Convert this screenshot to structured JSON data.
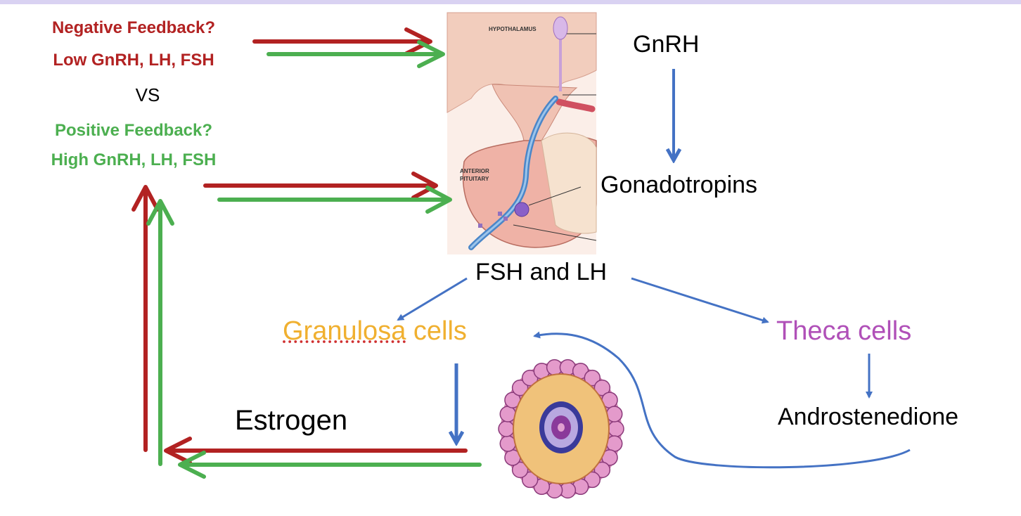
{
  "feedback": {
    "negative_line1": "Negative Feedback?",
    "negative_line2": "Low GnRH, LH, FSH",
    "vs": "VS",
    "positive_line1": "Positive Feedback?",
    "positive_line2": "High GnRH, LH, FSH"
  },
  "figure": {
    "hypothalamus_label": "HYPOTHALAMUS",
    "pituitary_label_line1": "ANTERIOR",
    "pituitary_label_line2": "PITUITARY"
  },
  "pathway": {
    "gnrh": "GnRH",
    "gonadotropins": "Gonadotropins",
    "fsh_lh": "FSH and LH",
    "granulosa_word": "Granulosa",
    "granulosa_rest": " cells",
    "theca": "Theca cells",
    "androstenedione": "Androstenedione",
    "estrogen": "Estrogen"
  },
  "colors": {
    "negative": "#b22222",
    "positive": "#4caf50",
    "flow_arrow": "#4472c4",
    "granulosa": "#f0b030",
    "theca": "#b050b8"
  }
}
